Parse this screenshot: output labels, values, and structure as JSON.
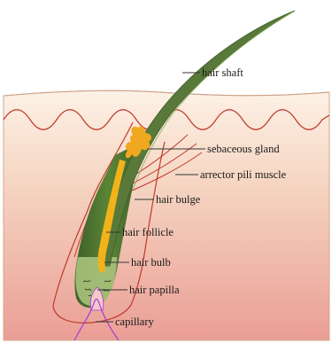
{
  "labels": {
    "hair_shaft": "hair shaft",
    "sebaceous_gland": "sebaceous gland",
    "arrector_pili_muscle": "arrector pili muscle",
    "hair_bulge": "hair bulge",
    "hair_follicle": "hair follicle",
    "hair_bulb": "hair bulb",
    "hair_papilla": "hair papilla",
    "capillary": "capillary"
  },
  "colors": {
    "skin_top": "#fbe9db",
    "skin_bottom": "#e9a198",
    "skin_line": "#c0392b",
    "hair_dark": "#3e5d2b",
    "hair_mid": "#6f9a3f",
    "gland": "#f0a820",
    "core": "#f2b31a",
    "papilla": "#f7c8c8",
    "capillary": "#a23bd6",
    "leader": "#333333"
  }
}
